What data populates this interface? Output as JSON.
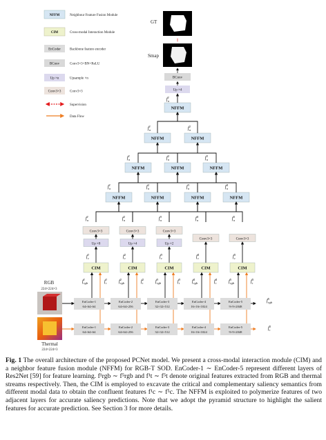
{
  "legend": {
    "items": [
      {
        "key": "NFFM",
        "label": "Neighbour Feature Fusion Module"
      },
      {
        "key": "CIM",
        "label": "Cross-modal Interaction Module"
      },
      {
        "key": "EnCoder",
        "label": "Backbone feature encoder"
      },
      {
        "key": "BConv",
        "label": "Conv3×3+BN+ReLU"
      },
      {
        "key": "Up ×n",
        "label": "Upsample ×n"
      },
      {
        "key": "Conv3×3",
        "label": "Conv3×3"
      },
      {
        "key": "",
        "label": "Supervision"
      },
      {
        "key": "",
        "label": "Data Flow"
      }
    ]
  },
  "outputs": {
    "gt": "GT",
    "smap": "Smap",
    "bconv": "BConv",
    "up4": "Up ×4"
  },
  "modules": {
    "nffm": "NFFM",
    "cim": "CIM",
    "conv": "Conv3×3",
    "up8": "Up ×8",
    "up4": "Up ×4",
    "up2": "Up ×2"
  },
  "inputs": {
    "rgb": {
      "title": "RGB",
      "size": "224×224×3"
    },
    "thermal": {
      "title": "Thermal",
      "size": "224×224×3"
    }
  },
  "encoders": [
    {
      "name": "EnCoder-1",
      "dims": "64×64×64"
    },
    {
      "name": "EnCoder-2",
      "dims": "64×64×256"
    },
    {
      "name": "EnCoder-3",
      "dims": "32×32×512"
    },
    {
      "name": "EnCoder-4",
      "dims": "16×16×1024"
    },
    {
      "name": "EnCoder-5",
      "dims": "9×9×2048"
    }
  ],
  "caption": {
    "label": "Fig. 1",
    "text": "The overall architecture of the proposed PCNet model. We present a cross-modal interaction module (CIM) and a neighbor feature fusion module (NFFM) for RGB-T SOD. EnCoder-1 ∼ EnCoder-5 represent different layers of Res2Net [59] for feature learning. f¹rgb ∼ f⁵rgb and f¹t ∼ f⁵t denote original features extracted from RGB and thermal streams respectively. Then, the CIM is employed to excavate the critical and complementary saliency semantics from different modal data to obtain the confluent features f¹c ∼ f⁵c. The NFFM is exploited to polymerize features of two adjacent layers for accurate saliency predictions. Note that we adopt the pyramid structure to highlight the salient features for accurate prediction. See Section 3 for more details."
  },
  "colors": {
    "nffm": "#d6e6f3",
    "cim": "#eef2cc",
    "encoder": "#dcdcdc",
    "bconv": "#d9d9d9",
    "up": "#dcd9ee",
    "conv": "#ede3dd",
    "supervision": "#e31a1c",
    "flow": "#ee7d22"
  }
}
